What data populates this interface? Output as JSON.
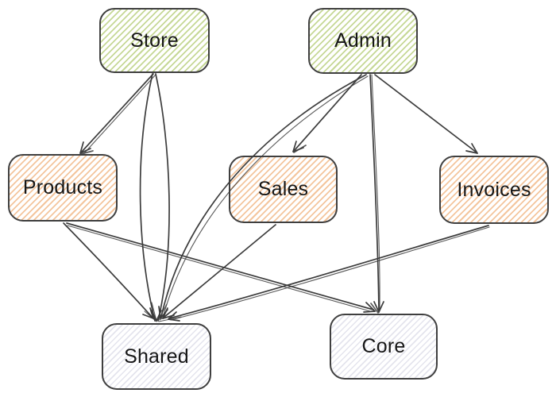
{
  "diagram": {
    "title": "module-dependency-diagram",
    "nodes": [
      {
        "id": "store",
        "label": "Store",
        "kind": "app",
        "hatch_color": "#a0be50"
      },
      {
        "id": "admin",
        "label": "Admin",
        "kind": "app",
        "hatch_color": "#a0be50"
      },
      {
        "id": "products",
        "label": "Products",
        "kind": "module",
        "hatch_color": "#e88c3c"
      },
      {
        "id": "sales",
        "label": "Sales",
        "kind": "module",
        "hatch_color": "#e88c3c"
      },
      {
        "id": "invoices",
        "label": "Invoices",
        "kind": "module",
        "hatch_color": "#e88c3c"
      },
      {
        "id": "shared",
        "label": "Shared",
        "kind": "library",
        "hatch_color": "#7878a5"
      },
      {
        "id": "core",
        "label": "Core",
        "kind": "library",
        "hatch_color": "#7878a5"
      }
    ],
    "edges": [
      {
        "from": "store",
        "to": "products"
      },
      {
        "from": "store",
        "to": "shared"
      },
      {
        "from": "admin",
        "to": "sales"
      },
      {
        "from": "admin",
        "to": "invoices"
      },
      {
        "from": "admin",
        "to": "core"
      },
      {
        "from": "admin",
        "to": "shared"
      },
      {
        "from": "products",
        "to": "shared"
      },
      {
        "from": "products",
        "to": "core"
      },
      {
        "from": "sales",
        "to": "shared"
      },
      {
        "from": "invoices",
        "to": "shared"
      }
    ],
    "style": {
      "edge_color": "#3c3c3c",
      "border_color": "#3f3f3f",
      "text_color": "#161616",
      "background": "#ffffff"
    }
  }
}
